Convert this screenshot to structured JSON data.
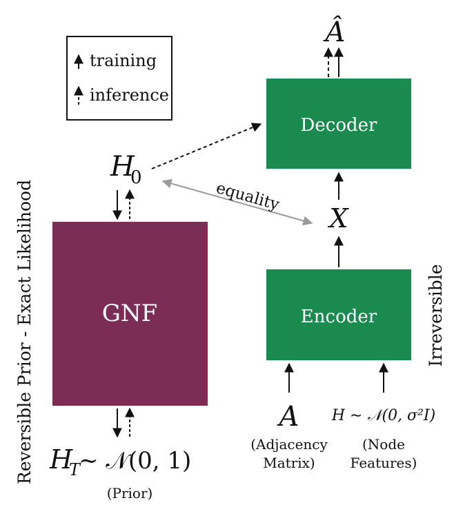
{
  "legend": {
    "training": "training",
    "inference": "inference"
  },
  "blocks": {
    "decoder": "Decoder",
    "encoder": "Encoder",
    "gnf": "GNF"
  },
  "nodes": {
    "a_hat": "Â",
    "h0_base": "H",
    "h0_sub": "0",
    "x": "X",
    "a": "A",
    "a_caption_1": "(Adjacency",
    "a_caption_2": "Matrix)",
    "h_feat": "H ∼ 𝒩(0, σ²I)",
    "h_feat_caption_1": "(Node",
    "h_feat_caption_2": "Features)",
    "ht_base": "H",
    "ht_sub": "T",
    "ht_rest": " ∼ 𝒩(0, 1)",
    "ht_caption": "(Prior)"
  },
  "edge_labels": {
    "equality": "equality"
  },
  "side_labels": {
    "left": "Reversible Prior - Exact Likelihood",
    "right": "Irreversible"
  },
  "colors": {
    "green": "#1a8a4f",
    "purple": "#7b2d56",
    "gray_arrow": "#9a9a9a"
  }
}
